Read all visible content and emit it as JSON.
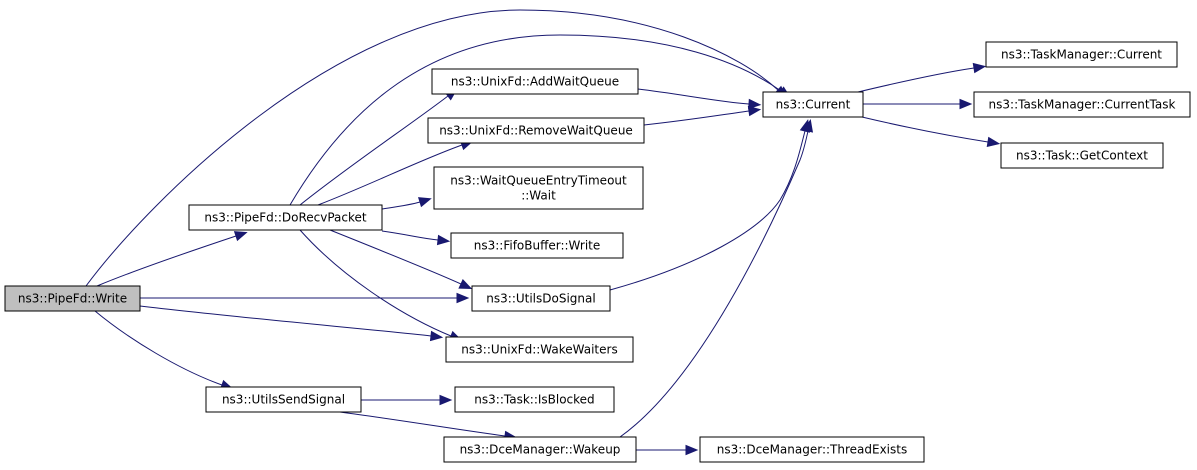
{
  "graph": {
    "edge_color": "#191970",
    "root_fill": "#bfbfbf",
    "nodes": [
      {
        "id": "write",
        "lines": [
          "ns3::PipeFd::Write"
        ],
        "root": true
      },
      {
        "id": "dorecv",
        "lines": [
          "ns3::PipeFd::DoRecvPacket"
        ]
      },
      {
        "id": "sendsig",
        "lines": [
          "ns3::UtilsSendSignal"
        ]
      },
      {
        "id": "addwq",
        "lines": [
          "ns3::UnixFd::AddWaitQueue"
        ]
      },
      {
        "id": "remwq",
        "lines": [
          "ns3::UnixFd::RemoveWaitQueue"
        ]
      },
      {
        "id": "wqwait",
        "lines": [
          "ns3::WaitQueueEntryTimeout",
          "::Wait"
        ]
      },
      {
        "id": "fifo",
        "lines": [
          "ns3::FifoBuffer::Write"
        ]
      },
      {
        "id": "dosig",
        "lines": [
          "ns3::UtilsDoSignal"
        ]
      },
      {
        "id": "wake",
        "lines": [
          "ns3::UnixFd::WakeWaiters"
        ]
      },
      {
        "id": "isblocked",
        "lines": [
          "ns3::Task::IsBlocked"
        ]
      },
      {
        "id": "wakeup",
        "lines": [
          "ns3::DceManager::Wakeup"
        ]
      },
      {
        "id": "current",
        "lines": [
          "ns3::Current"
        ]
      },
      {
        "id": "tmcur",
        "lines": [
          "ns3::TaskManager::Current"
        ]
      },
      {
        "id": "tmcurtask",
        "lines": [
          "ns3::TaskManager::CurrentTask"
        ]
      },
      {
        "id": "getctx",
        "lines": [
          "ns3::Task::GetContext"
        ]
      },
      {
        "id": "thrx",
        "lines": [
          "ns3::DceManager::ThreadExists"
        ]
      }
    ],
    "edges": [
      {
        "from": "write",
        "to": "current"
      },
      {
        "from": "write",
        "to": "dorecv"
      },
      {
        "from": "write",
        "to": "dosig"
      },
      {
        "from": "write",
        "to": "wake"
      },
      {
        "from": "write",
        "to": "sendsig"
      },
      {
        "from": "dorecv",
        "to": "current"
      },
      {
        "from": "dorecv",
        "to": "addwq"
      },
      {
        "from": "dorecv",
        "to": "remwq"
      },
      {
        "from": "dorecv",
        "to": "wqwait"
      },
      {
        "from": "dorecv",
        "to": "fifo"
      },
      {
        "from": "dorecv",
        "to": "dosig"
      },
      {
        "from": "dorecv",
        "to": "wake"
      },
      {
        "from": "addwq",
        "to": "current"
      },
      {
        "from": "remwq",
        "to": "current"
      },
      {
        "from": "dosig",
        "to": "current"
      },
      {
        "from": "sendsig",
        "to": "isblocked"
      },
      {
        "from": "sendsig",
        "to": "wakeup"
      },
      {
        "from": "wakeup",
        "to": "current"
      },
      {
        "from": "wakeup",
        "to": "thrx"
      },
      {
        "from": "current",
        "to": "tmcur"
      },
      {
        "from": "current",
        "to": "tmcurtask"
      },
      {
        "from": "current",
        "to": "getctx"
      }
    ]
  }
}
